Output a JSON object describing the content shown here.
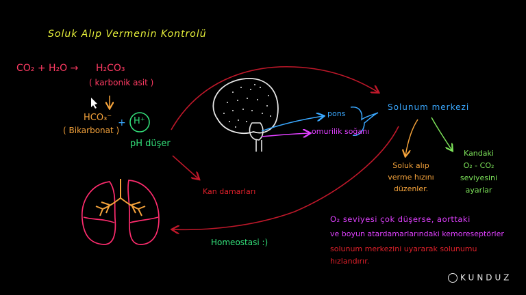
{
  "title": "Soluk Alıp Vermenin Kontrolü",
  "equation": {
    "reactants": "CO₂ + H₂O →",
    "product": "H₂CO₃",
    "product_name": "( karbonik asit )",
    "arrow_down": "↓",
    "ion1": "HCO₃⁻",
    "ion1_name": "( Bikarbonat )",
    "plus": "+",
    "ion2": "H⁺",
    "ph_drop": "pH düşer"
  },
  "brain_labels": {
    "pons": "pons",
    "medulla": "omurilik soğanı"
  },
  "center": "Solunum merkezi",
  "center_effect_1": [
    "Soluk alıp",
    "verme hızını",
    "düzenler."
  ],
  "center_effect_2": [
    "Kandaki",
    "O₂ - CO₂",
    "seviyesini",
    "ayarlar"
  ],
  "blood_vessels": "Kan damarları",
  "homeostasis": "Homeostasi :)",
  "note": {
    "line1": "O₂ seviyesi çok düşerse, aorttaki",
    "line2": "ve boyun atardamarlarındaki kemoreseptörler",
    "line3": "solunum merkezini uyararak solunumu",
    "line4": "hızlandırır."
  },
  "brand": "KUNDUZ",
  "colors": {
    "background": "#000000",
    "title": "#e6f03a",
    "equation": "#ff3b63",
    "ions": "#f5a33b",
    "h_ion": "#33e07a",
    "arrows": "#c0182a",
    "pons": "#3aa8ff",
    "medulla": "#e040ff"
  }
}
